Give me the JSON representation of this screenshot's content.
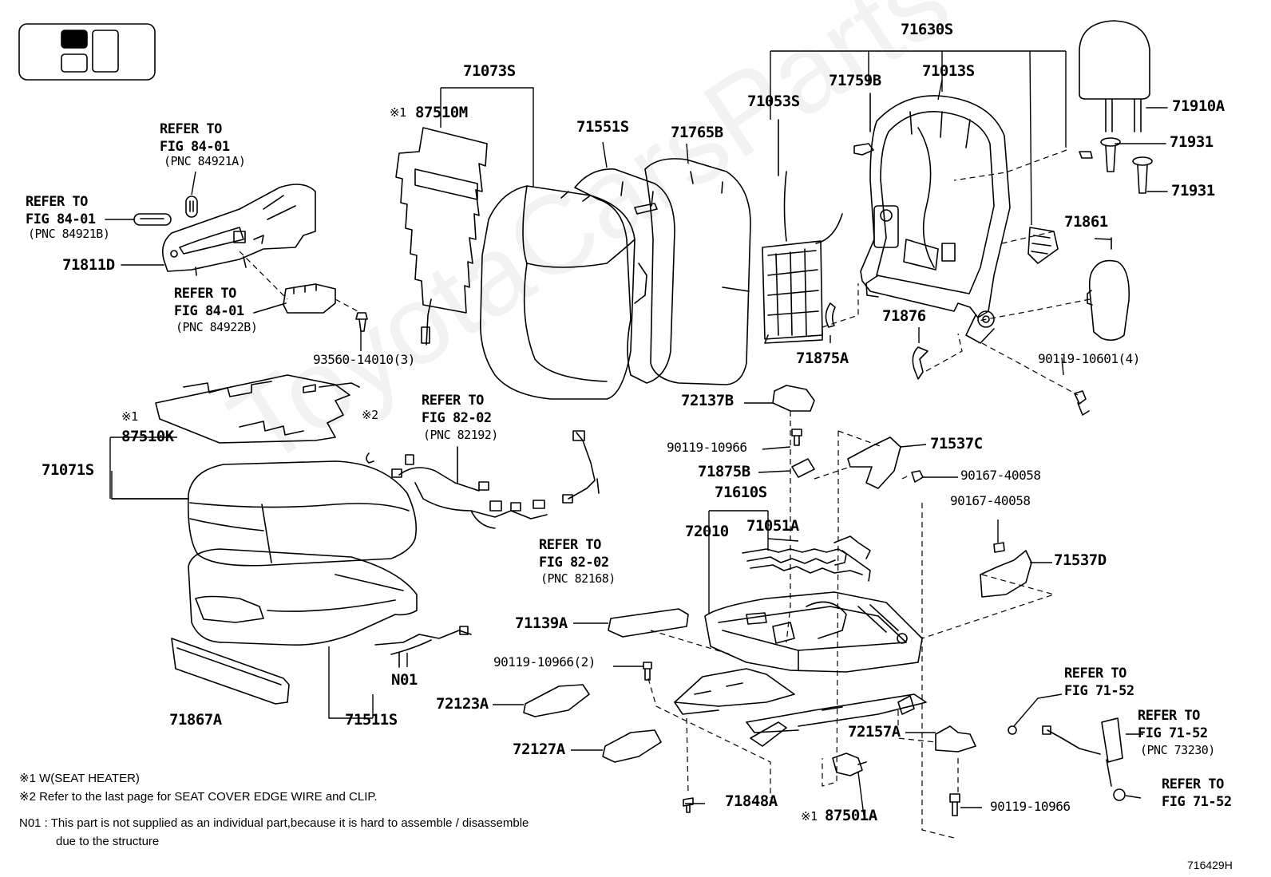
{
  "watermark": "ToyotaCarsParts",
  "figure_code": "716429H",
  "parts": {
    "p71630S": "71630S",
    "p71073S": "71073S",
    "p87510M": "87510M",
    "p71551S": "71551S",
    "p71765B": "71765B",
    "p71053S": "71053S",
    "p71759B": "71759B",
    "p71013S": "71013S",
    "p71910A": "71910A",
    "p71931a": "71931",
    "p71931b": "71931",
    "p71861": "71861",
    "p71876": "71876",
    "p71875A": "71875A",
    "p90119_10601": "90119-10601(4)",
    "p71811D": "71811D",
    "p93560": "93560-14010(3)",
    "p87510K": "87510K",
    "p71071S": "71071S",
    "p72137B": "72137B",
    "p90119_10966a": "90119-10966",
    "p71537C": "71537C",
    "p71875B": "71875B",
    "p90167a": "90167-40058",
    "p71610S": "71610S",
    "p90167b": "90167-40058",
    "p72010": "72010",
    "p71051A": "71051A",
    "p71537D": "71537D",
    "p71139A": "71139A",
    "p90119_10966_2": "90119-10966(2)",
    "p72123A": "72123A",
    "p72127A": "72127A",
    "p72157A": "72157A",
    "p71848A": "71848A",
    "p87501A": "87501A",
    "p90119_10966b": "90119-10966",
    "p71867A": "71867A",
    "p71511S": "71511S",
    "pN01": "N01"
  },
  "marks": {
    "m1a": "※1",
    "m1b": "※1",
    "m1c": "※1",
    "m2": "※2"
  },
  "refs": {
    "r1_l1": "REFER TO",
    "r1_l2": "FIG 84-01",
    "r1_pnc": "(PNC 84921A)",
    "r2_l1": "REFER TO",
    "r2_l2": "FIG 84-01",
    "r2_pnc": "(PNC 84921B)",
    "r3_l1": "REFER TO",
    "r3_l2": "FIG 84-01",
    "r3_pnc": "(PNC 84922B)",
    "r4_l1": "REFER TO",
    "r4_l2": "FIG 82-02",
    "r4_pnc": "(PNC 82192)",
    "r5_l1": "REFER TO",
    "r5_l2": "FIG 82-02",
    "r5_pnc": "(PNC 82168)",
    "r6_l1": "REFER TO",
    "r6_l2": "FIG 71-52",
    "r7_l1": "REFER TO",
    "r7_l2": "FIG 71-52",
    "r7_pnc": "(PNC 73230)",
    "r8_l1": "REFER TO",
    "r8_l2": "FIG 71-52"
  },
  "notes": {
    "n1": "※1 W(SEAT  HEATER)",
    "n2": "※2 Refer to the last page for SEAT COVER EDGE WIRE and CLIP.",
    "n3a": "N01 : This part is not supplied as an individual part,because it is hard to assemble / disassemble",
    "n3b": "due to the structure"
  }
}
